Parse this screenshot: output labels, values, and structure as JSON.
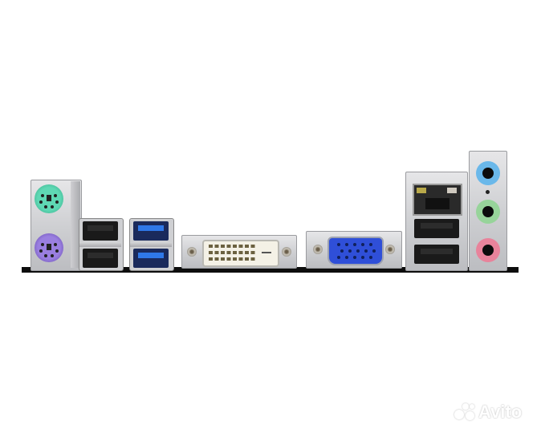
{
  "photo": {
    "subject": "Motherboard rear I/O panel",
    "background_color": "#ffffff",
    "ports": [
      {
        "name": "PS/2 keyboard",
        "color": "#3fbf9a"
      },
      {
        "name": "PS/2 mouse",
        "color": "#7d5cc7"
      },
      {
        "name": "USB 2.0 x2",
        "color": "#1c1c1c"
      },
      {
        "name": "USB 3.0 x2",
        "color": "#2f6fe0"
      },
      {
        "name": "DVI-D",
        "color": "#f4f1e6"
      },
      {
        "name": "VGA D-Sub",
        "color": "#2f4fd8"
      },
      {
        "name": "RJ-45 LAN",
        "color": "#2a2a2a"
      },
      {
        "name": "USB 2.0 x2",
        "color": "#1c1c1c"
      },
      {
        "name": "Audio line-in",
        "color": "#5fb3e6"
      },
      {
        "name": "Audio line-out",
        "color": "#8fd08f"
      },
      {
        "name": "Audio mic-in",
        "color": "#e67a94"
      }
    ]
  },
  "watermark": {
    "text": "Avito"
  }
}
